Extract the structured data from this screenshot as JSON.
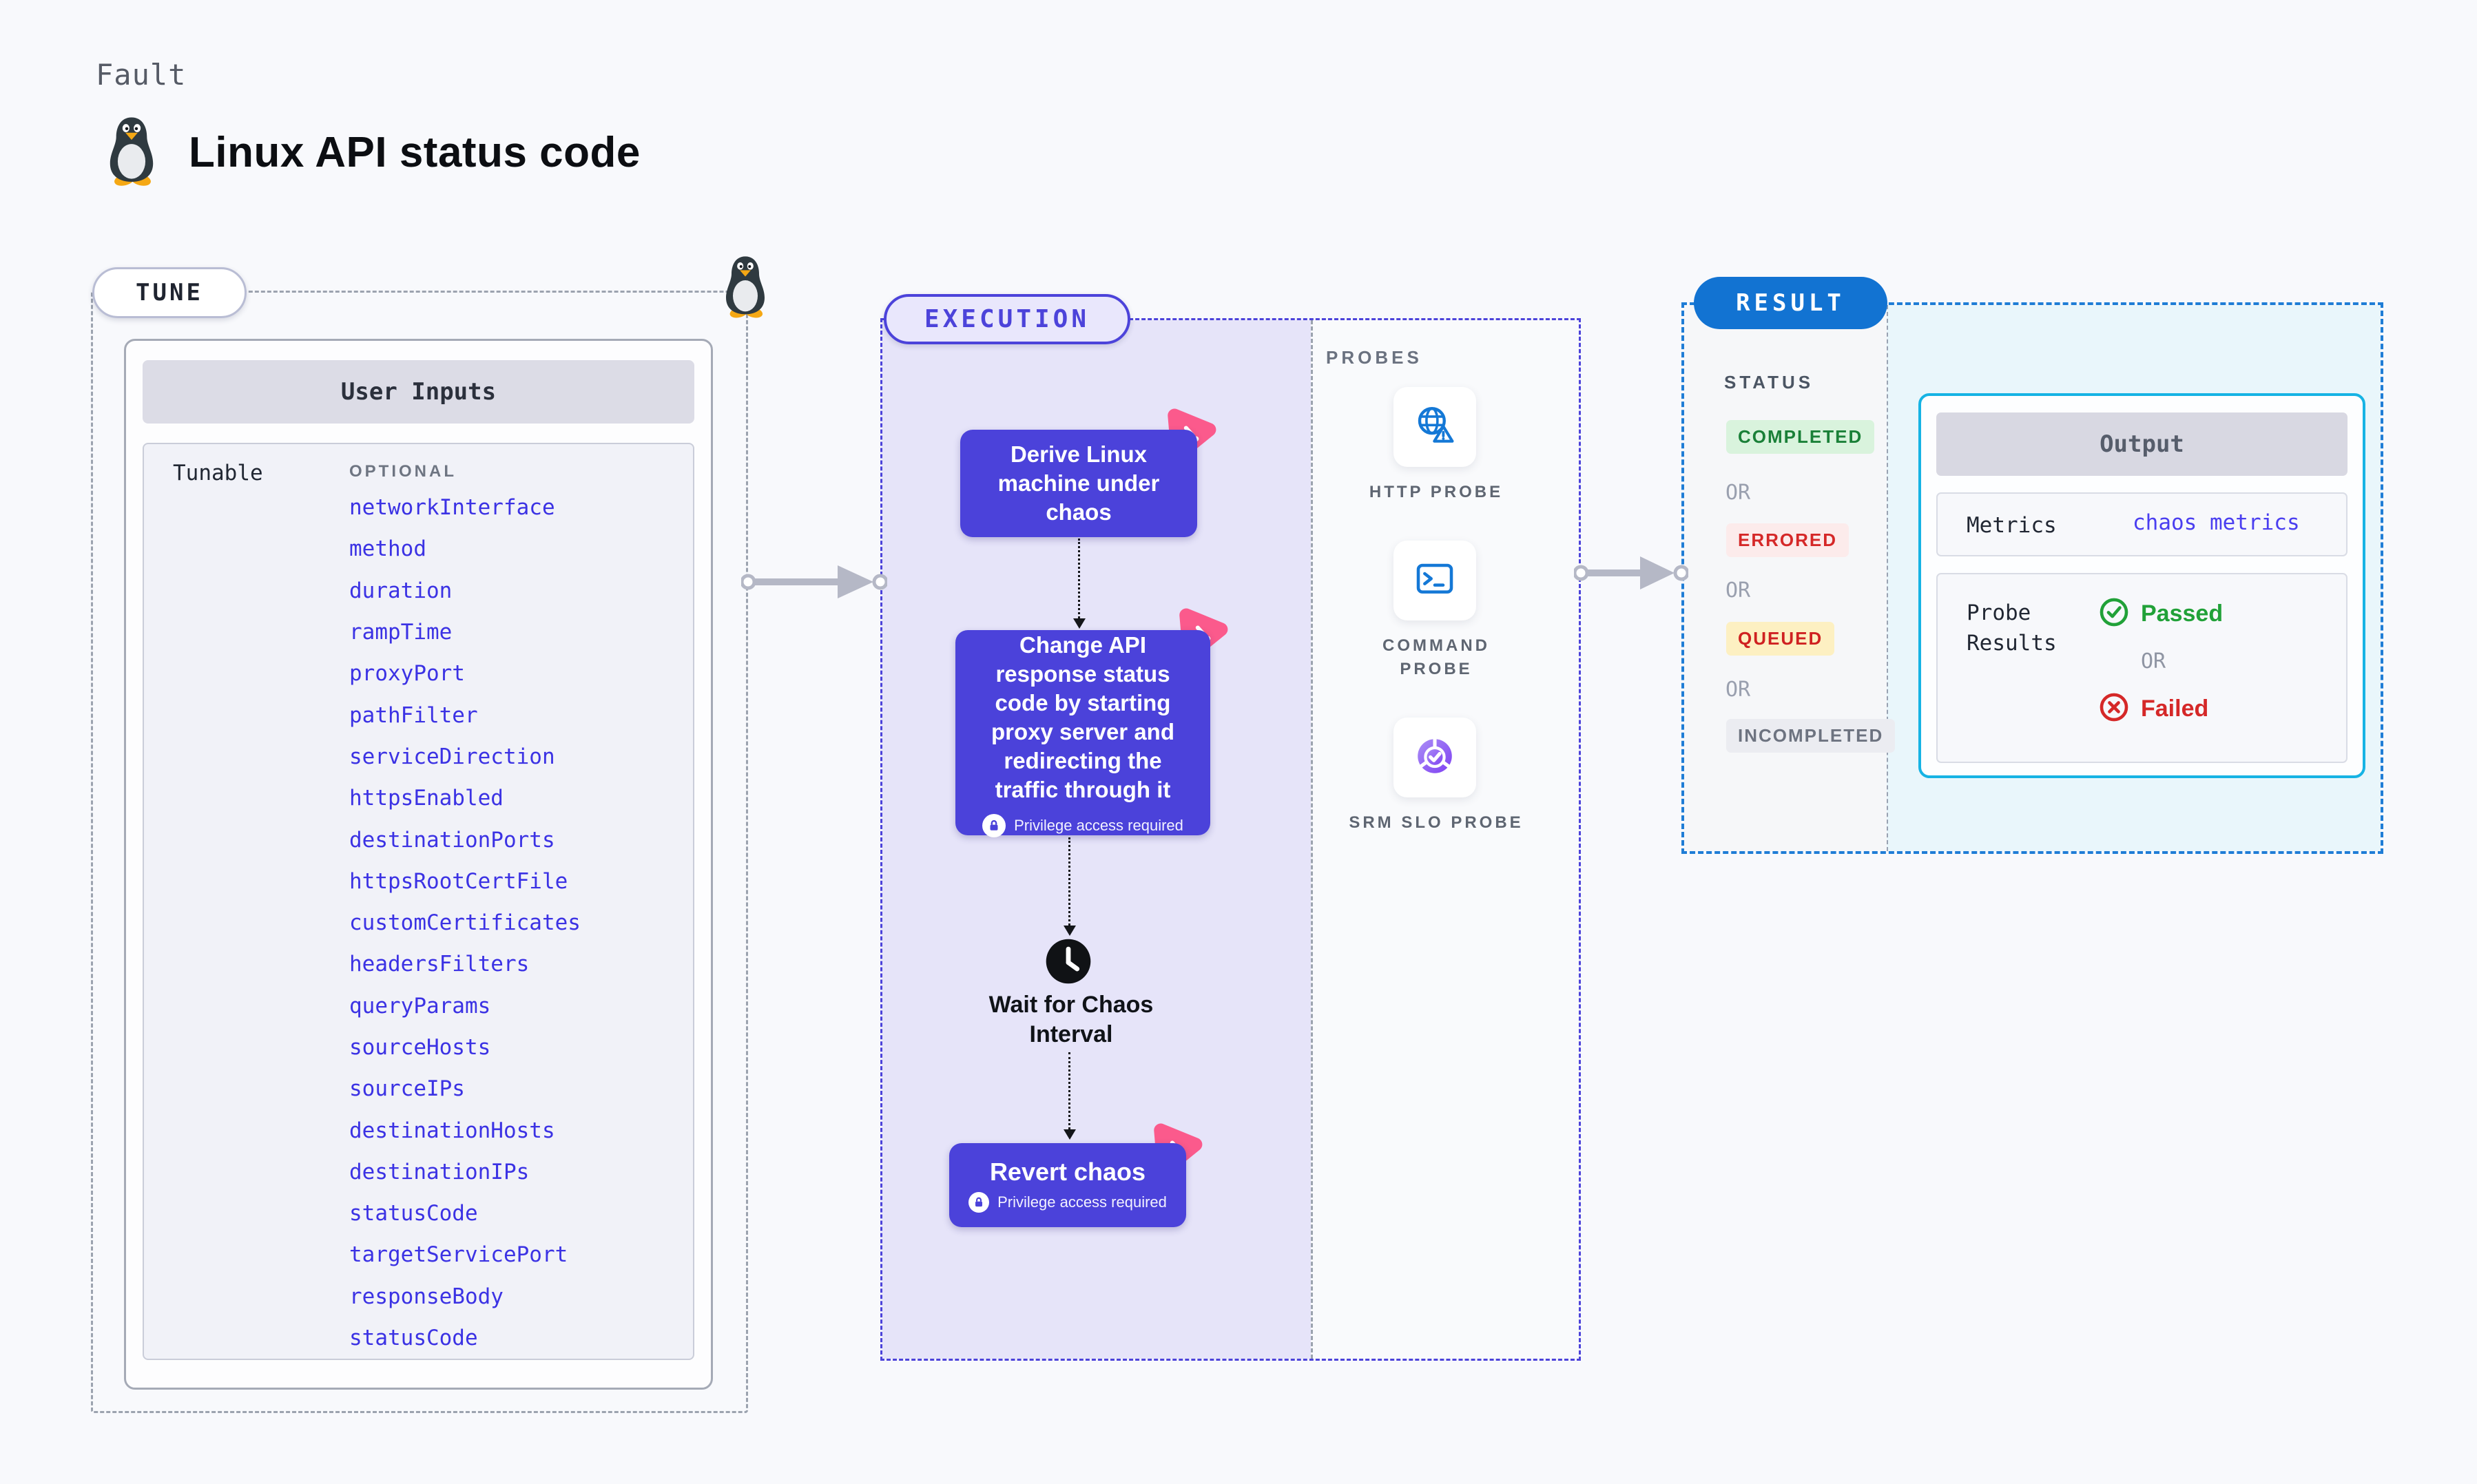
{
  "header": {
    "kind_label": "Fault",
    "title": "Linux API status code"
  },
  "tune": {
    "label": "TUNE",
    "table_title": "User Inputs",
    "row_label": "Tunable",
    "column_label": "OPTIONAL",
    "tunables": [
      "networkInterface",
      "method",
      "duration",
      "rampTime",
      "proxyPort",
      "pathFilter",
      "serviceDirection",
      "httpsEnabled",
      "destinationPorts",
      "httpsRootCertFile",
      "customCertificates",
      "headersFilters",
      "queryParams",
      "sourceHosts",
      "sourceIPs",
      "destinationHosts",
      "destinationIPs",
      "statusCode",
      "targetServicePort",
      "responseBody",
      "statusCode"
    ]
  },
  "execution": {
    "label": "EXECUTION",
    "steps": [
      {
        "text": "Derive Linux machine under chaos"
      },
      {
        "text": "Change API response status code by starting proxy server and redirecting the traffic through it",
        "privilege": "Privilege access required"
      },
      {
        "text": "Wait for Chaos Interval"
      },
      {
        "text": "Revert chaos",
        "privilege": "Privilege access required"
      }
    ]
  },
  "probes": {
    "label": "PROBES",
    "items": [
      {
        "name": "HTTP PROBE",
        "icon": "globe-alert-icon"
      },
      {
        "name": "COMMAND PROBE",
        "icon": "terminal-icon"
      },
      {
        "name": "SRM SLO PROBE",
        "icon": "slo-donut-check-icon"
      }
    ]
  },
  "result": {
    "label": "RESULT",
    "status_label": "STATUS",
    "or_label": "OR",
    "statuses": [
      {
        "text": "COMPLETED",
        "kind": "green"
      },
      {
        "text": "ERRORED",
        "kind": "red"
      },
      {
        "text": "QUEUED",
        "kind": "yellow"
      },
      {
        "text": "INCOMPLETED",
        "kind": "gray"
      }
    ],
    "output": {
      "title": "Output",
      "metrics_label": "Metrics",
      "metrics_value": "chaos metrics",
      "probe_results_label": "Probe Results",
      "passed": "Passed",
      "failed": "Failed"
    }
  },
  "colors": {
    "page_bg": "#f8f9fc",
    "flow_purple": "#4b42da",
    "execution_lavender": "#e6e4f9",
    "indigo_border": "#4c43da",
    "link_blue": "#3b32e4",
    "result_blue": "#1273d2",
    "result_dash_blue": "#1f7dd6",
    "output_cyan_border": "#16b3e4",
    "cyan_bg": "#e9f6fb",
    "pink_accent": "#fb5a8c",
    "probe_icon_blue": "#1478d6",
    "passed_green": "#21a138",
    "failed_red": "#d52828",
    "queued_yellow_bg": "#fdf0c2",
    "completed_green_bg": "#d9f3dd",
    "gray_dash": "#9ca3af",
    "arrow_gray": "#b5b8c6"
  }
}
